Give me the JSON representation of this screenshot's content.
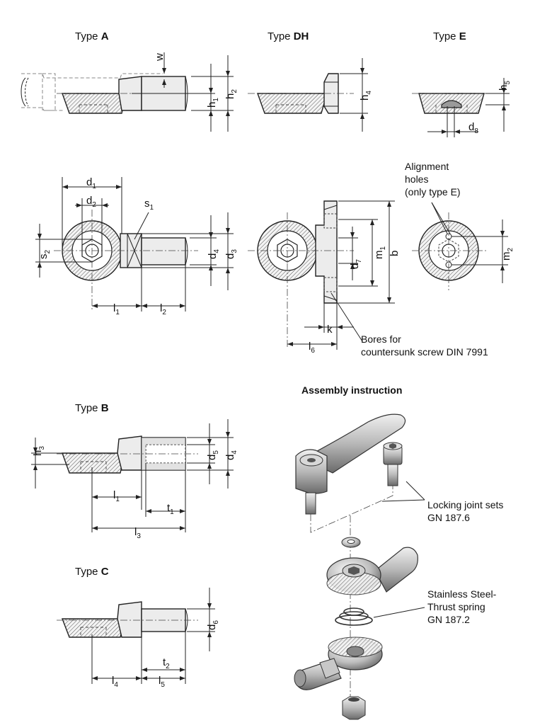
{
  "views": {
    "type_a": {
      "prefix": "Type ",
      "letter": "A"
    },
    "type_dh": {
      "prefix": "Type ",
      "letter": "DH"
    },
    "type_e": {
      "prefix": "Type ",
      "letter": "E"
    },
    "type_b": {
      "prefix": "Type ",
      "letter": "B"
    },
    "type_c": {
      "prefix": "Type ",
      "letter": "C"
    }
  },
  "dimensions": {
    "w": {
      "base": "w",
      "sub": ""
    },
    "h1": {
      "base": "h",
      "sub": "1"
    },
    "h2": {
      "base": "h",
      "sub": "2"
    },
    "h3": {
      "base": "h",
      "sub": "3"
    },
    "h4": {
      "base": "h",
      "sub": "4"
    },
    "h5": {
      "base": "h",
      "sub": "5"
    },
    "d1": {
      "base": "d",
      "sub": "1"
    },
    "d2": {
      "base": "d",
      "sub": "2"
    },
    "d3": {
      "base": "d",
      "sub": "3"
    },
    "d4": {
      "base": "d",
      "sub": "4"
    },
    "d4b": {
      "base": "d",
      "sub": "4"
    },
    "d5": {
      "base": "d",
      "sub": "5"
    },
    "d6": {
      "base": "d",
      "sub": "6"
    },
    "d7": {
      "base": "d",
      "sub": "7"
    },
    "d8": {
      "base": "d",
      "sub": "8"
    },
    "s1": {
      "base": "s",
      "sub": "1"
    },
    "s2": {
      "base": "s",
      "sub": "2"
    },
    "l1": {
      "base": "l",
      "sub": "1"
    },
    "l1b": {
      "base": "l",
      "sub": "1"
    },
    "l2": {
      "base": "l",
      "sub": "2"
    },
    "l3": {
      "base": "l",
      "sub": "3"
    },
    "l4": {
      "base": "l",
      "sub": "4"
    },
    "l5": {
      "base": "l",
      "sub": "5"
    },
    "l6": {
      "base": "l",
      "sub": "6"
    },
    "m1": {
      "base": "m",
      "sub": "1"
    },
    "m2": {
      "base": "m",
      "sub": "2"
    },
    "b": {
      "base": "b",
      "sub": ""
    },
    "k": {
      "base": "k",
      "sub": ""
    },
    "t1": {
      "base": "t",
      "sub": "1"
    },
    "t2": {
      "base": "t",
      "sub": "2"
    }
  },
  "notes": {
    "alignment": [
      "Alignment",
      "holes",
      "(only type E)"
    ],
    "bores": [
      "Bores for",
      "countersunk screw DIN 7991"
    ],
    "assembly_title": "Assembly instruction",
    "locking": [
      "Locking joint sets",
      "GN 187.6"
    ],
    "spring": [
      "Stainless Steel-",
      "Thrust spring",
      "GN 187.2"
    ]
  }
}
